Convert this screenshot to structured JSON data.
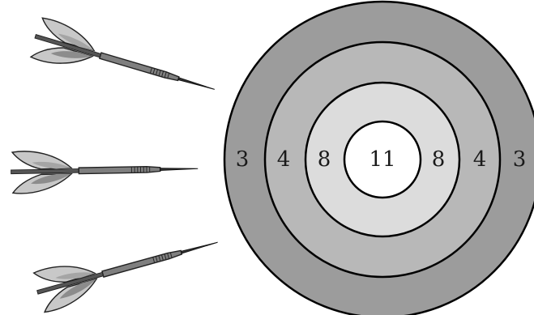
{
  "figure": {
    "type": "dartboard",
    "ring_fill_colors": [
      "#9c9c9c",
      "#b8b8b8",
      "#dcdcdc",
      "#ffffff"
    ],
    "outline_color": "#000000",
    "rings": [
      {
        "name": "outer",
        "points": "3"
      },
      {
        "name": "second",
        "points": "4"
      },
      {
        "name": "third",
        "points": "8"
      },
      {
        "name": "bullseye",
        "points": "11"
      }
    ]
  },
  "darts": [
    {
      "name": "dart-top",
      "flight_color": "#c8c8c8",
      "barrel_color": "#7f7f7f"
    },
    {
      "name": "dart-middle",
      "flight_color": "#c8c8c8",
      "barrel_color": "#7f7f7f"
    },
    {
      "name": "dart-bottom",
      "flight_color": "#c8c8c8",
      "barrel_color": "#7f7f7f"
    }
  ]
}
